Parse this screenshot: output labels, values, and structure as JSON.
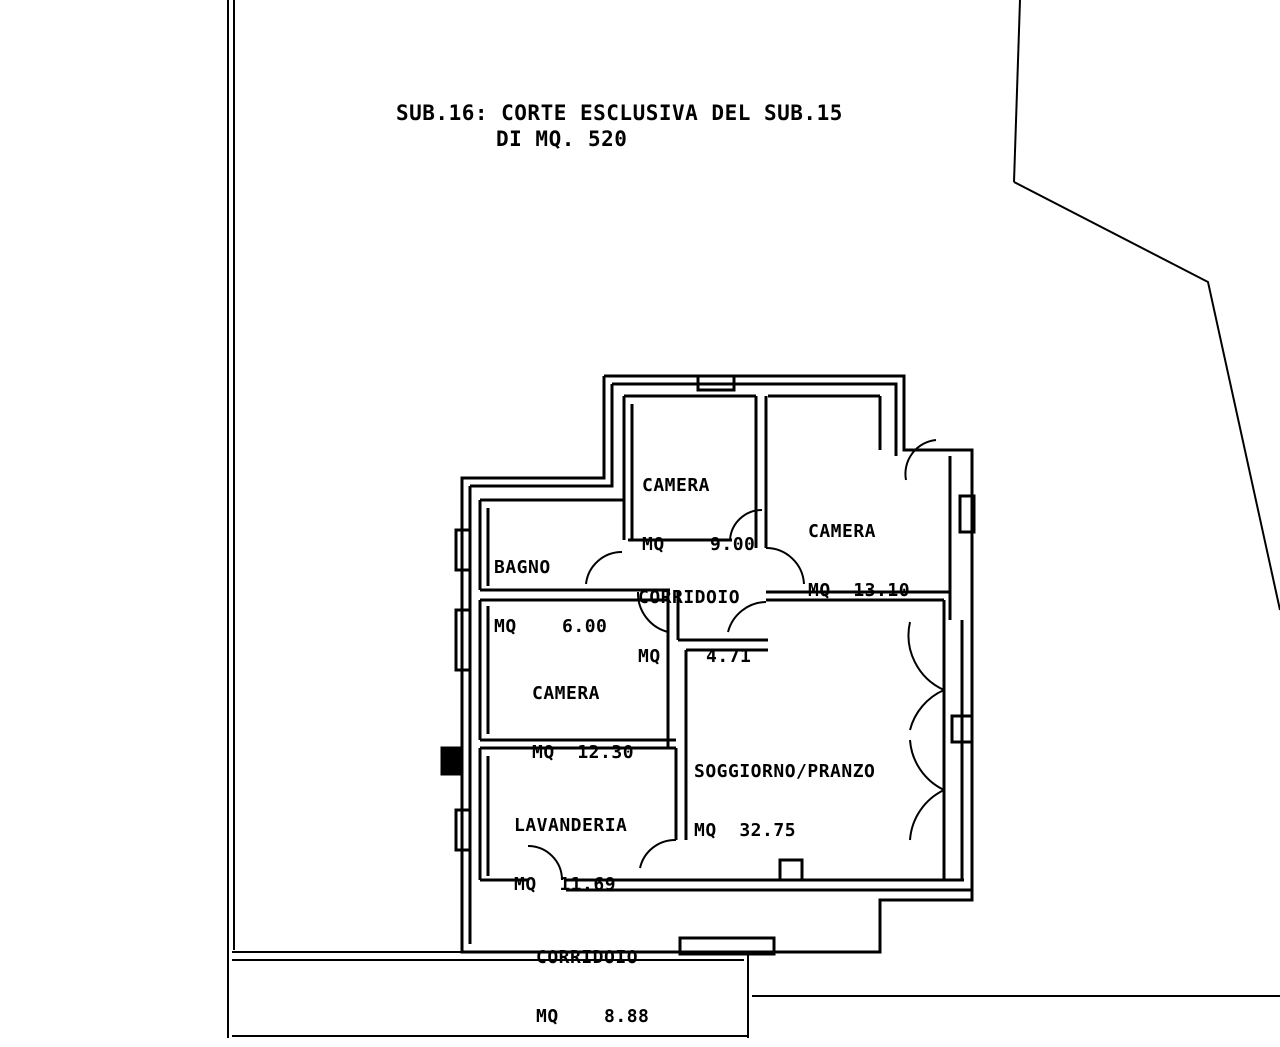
{
  "title": {
    "line1": "SUB.16: CORTE ESCLUSIVA DEL SUB.15",
    "line2": "DI MQ. 520"
  },
  "rooms": [
    {
      "id": "camera-1",
      "name": "CAMERA",
      "area": "MQ    9.00"
    },
    {
      "id": "camera-2",
      "name": "CAMERA",
      "area": "MQ  13.10"
    },
    {
      "id": "bagno",
      "name": "BAGNO",
      "area": "MQ    6.00"
    },
    {
      "id": "corridoio-1",
      "name": "CORRIDOIO",
      "area": "MQ    4.71"
    },
    {
      "id": "camera-3",
      "name": "CAMERA",
      "area": "MQ  12.30"
    },
    {
      "id": "soggiorno",
      "name": "SOGGIORNO/PRANZO",
      "area": "MQ  32.75"
    },
    {
      "id": "lavanderia",
      "name": "LAVANDERIA",
      "area": "MQ  11.69"
    },
    {
      "id": "corridoio-2",
      "name": "CORRIDOIO",
      "area": "MQ    8.88"
    }
  ],
  "colors": {
    "line": "#000000",
    "background": "#ffffff"
  }
}
